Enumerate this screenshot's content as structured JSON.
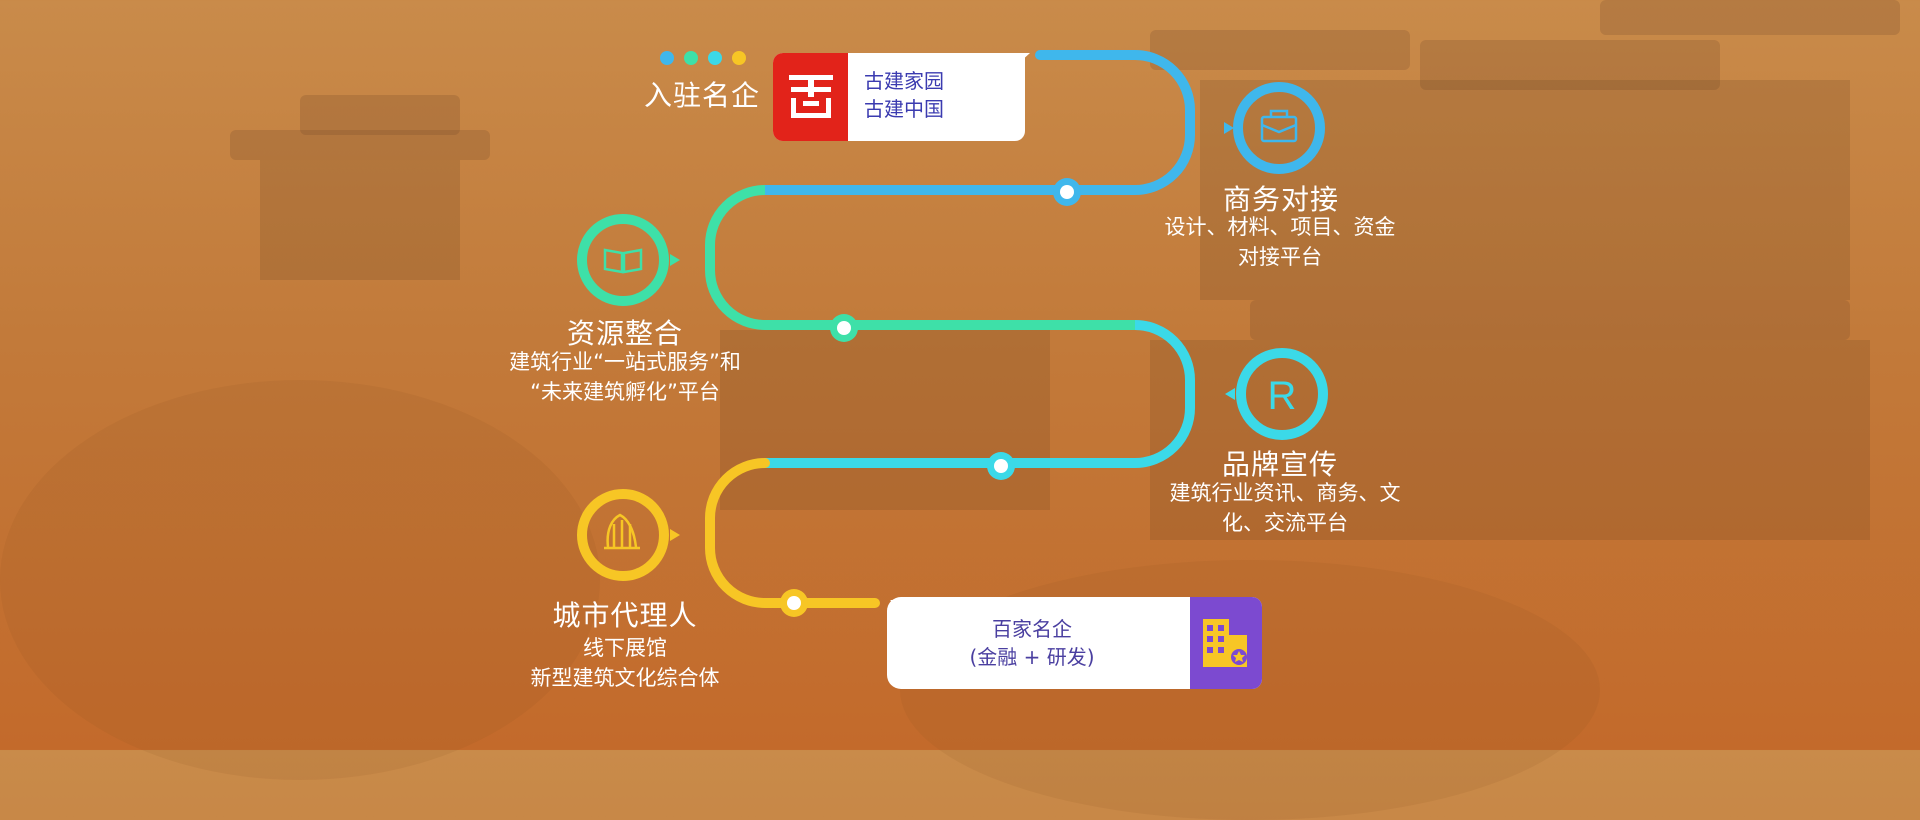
{
  "header": {
    "entry_label": "入驻名企",
    "logo_card": {
      "line1": "古建家园",
      "line2": "古建中国"
    }
  },
  "nodes": [
    {
      "id": "business",
      "title": "商务对接",
      "desc": [
        "设计、材料、项目、资金",
        "对接平台"
      ],
      "icon": "briefcase-icon",
      "color": "#3fb7ec"
    },
    {
      "id": "resources",
      "title": "资源整合",
      "desc": [
        "建筑行业“一站式服务”和",
        "“未来建筑孵化”平台"
      ],
      "icon": "book-icon",
      "color": "#3ee0a8"
    },
    {
      "id": "brand",
      "title": "品牌宣传",
      "desc": [
        "建筑行业资讯、商务、文",
        "化、交流平台"
      ],
      "icon": "registered-icon",
      "color": "#3bd9e8"
    },
    {
      "id": "agent",
      "title": "城市代理人",
      "desc": [
        "线下展馆",
        "新型建筑文化综合体"
      ],
      "icon": "scroll-icon",
      "color": "#f7c625"
    }
  ],
  "enterprise_card": {
    "line1": "百家名企",
    "line2": "(金融 + 研发)",
    "icon": "building-icon"
  },
  "colors": {
    "blue": "#3fb7ec",
    "green": "#3ee0a8",
    "cyan": "#3bd9e8",
    "yellow": "#f7c625",
    "logo_red": "#e2231a",
    "enterprise_purple": "#7c4ad0"
  }
}
